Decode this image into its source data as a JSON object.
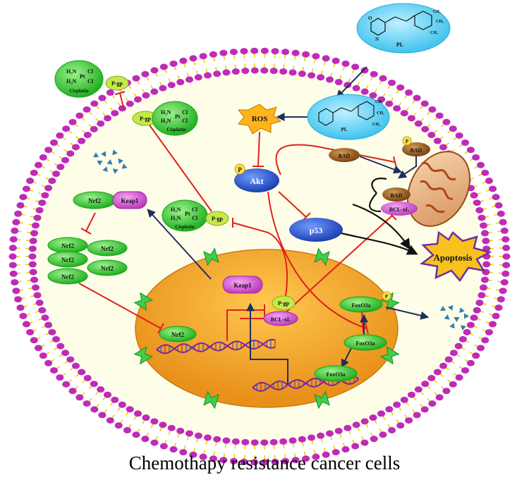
{
  "caption": "Chemothapy resistance cancer cells",
  "labels": {
    "pl": "PL",
    "pl_inside": "PL",
    "ros": "ROS",
    "akt": "Akt",
    "p53": "p53",
    "phospho": "P",
    "bad": "BAD",
    "bad_mito": "BAD",
    "bclxl_mito": "BCL-xL",
    "apoptosis": "Apoptosis",
    "pgp": "P-gp",
    "cisplatin": "Cisplatin",
    "h3n": "H₃N",
    "cl": "Cl",
    "pt": "Pt",
    "nrf2": "Nrf2",
    "keap1": "Keap1",
    "bclxl": "BCL-xL",
    "foxo3a": "FoxO3a",
    "ch3": "CH₃",
    "o": "O",
    "n": "N"
  },
  "colors": {
    "activation_arrow": "#1f2f5c",
    "inhibition_line": "#e0201b",
    "membrane_head": "#c02ab8",
    "membrane_tail": "#e6d400",
    "nucleus": "#f0a21e",
    "cytoplasm": "#fefee8",
    "nrf2": "#33cc33",
    "keap1": "#d84fd8",
    "pl_halo": "#4fcdf2",
    "ros": "#ffb419",
    "akt_p53": "#2b55cc",
    "bad": "#a05a14",
    "apoptosis": "#f7c21d",
    "pgp": "#c4e94a",
    "cisplatin": "#36d136"
  }
}
